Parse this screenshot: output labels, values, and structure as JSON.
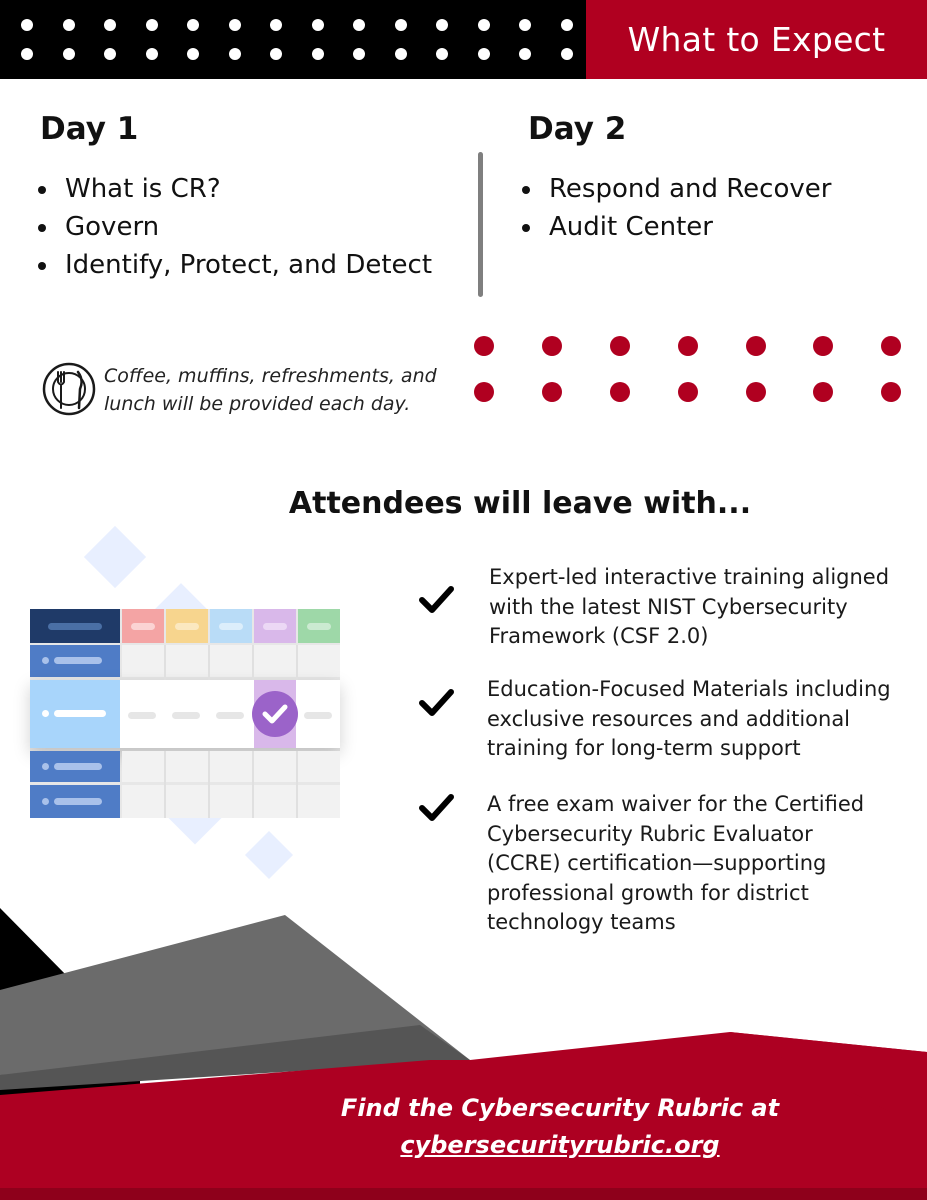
{
  "header": {
    "title": "What to Expect"
  },
  "day1": {
    "heading": "Day 1",
    "items": [
      "What is CR?",
      "Govern",
      "Identify, Protect, and Detect"
    ]
  },
  "day2": {
    "heading": "Day 2",
    "items": [
      "Respond and Recover",
      "Audit Center"
    ]
  },
  "meals": {
    "icon": "plate-cutlery-icon",
    "line1": "Coffee, muffins, refreshments, and",
    "line2": "lunch will be provided each day."
  },
  "attendees": {
    "heading": "Attendees will leave with...",
    "benefits": [
      {
        "lines": [
          "Expert-led interactive training aligned",
          "with the latest NIST Cybersecurity",
          "Framework (CSF 2.0)"
        ]
      },
      {
        "lines": [
          "Education-Focused Materials including",
          "exclusive resources and additional",
          "training for long-term support"
        ]
      },
      {
        "lines": [
          "A free exam waiver for the Certified",
          "Cybersecurity Rubric Evaluator",
          "(CCRE) certification—supporting",
          "professional growth for district",
          "technology teams"
        ]
      }
    ]
  },
  "illustration": {
    "icon": "schedule-grid-checkmark-icon"
  },
  "footer": {
    "line1": "Find the Cybersecurity Rubric at",
    "link": "cybersecurityrubric.org"
  },
  "colors": {
    "brand_red": "#b00020",
    "black": "#000000",
    "dark_gray": "#555555",
    "mid_gray": "#6b6b6b"
  }
}
